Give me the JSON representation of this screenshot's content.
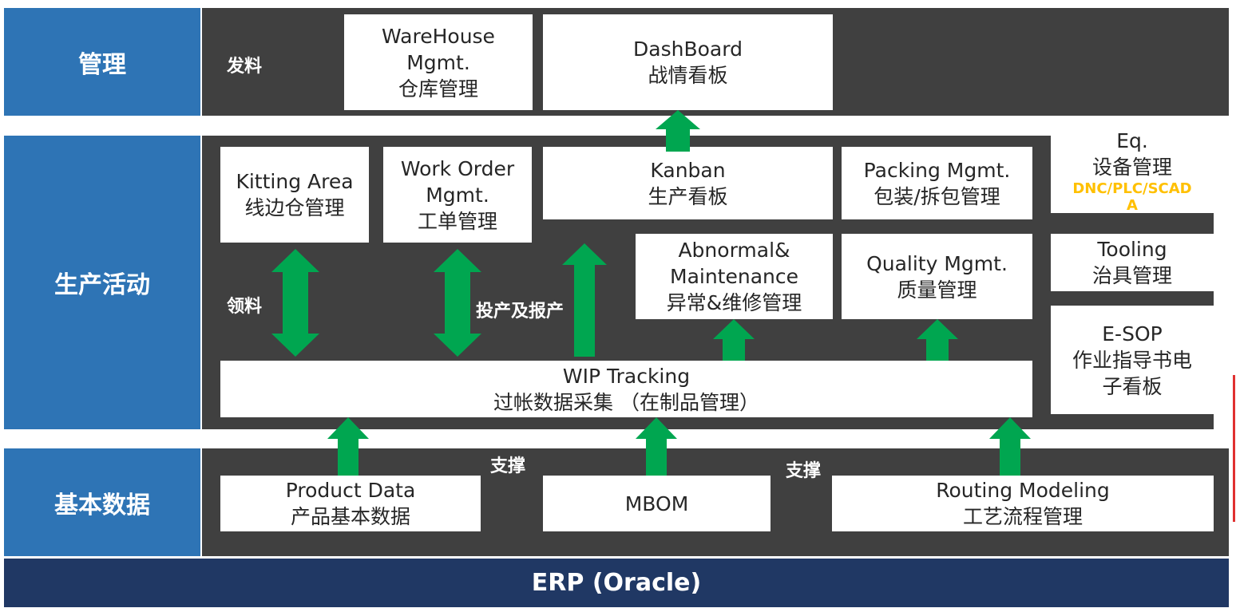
{
  "layers": {
    "management": "管理",
    "production": "生产活动",
    "basic_data": "基本数据",
    "erp": "ERP (Oracle)"
  },
  "labels": {
    "issue": "发料",
    "picking": "领料",
    "production_report": "投产及报产",
    "support_left": "支撑",
    "support_right": "支撑"
  },
  "management": {
    "warehouse": {
      "line1": "WareHouse",
      "line2": "Mgmt.",
      "line3": "仓库管理"
    },
    "dashboard": {
      "line1": "DashBoard",
      "line2": "战情看板"
    }
  },
  "production": {
    "kitting": {
      "line1": "Kitting Area",
      "line2": "线边仓管理"
    },
    "work_order": {
      "line1": "Work Order",
      "line2": "Mgmt.",
      "line3": "工单管理"
    },
    "kanban": {
      "line1": "Kanban",
      "line2": "生产看板"
    },
    "packing": {
      "line1": "Packing Mgmt.",
      "line2": "包装/拆包管理"
    },
    "abnormal": {
      "line1": "Abnormal&",
      "line2": "Maintenance",
      "line3": "异常&维修管理"
    },
    "quality": {
      "line1": "Quality Mgmt.",
      "line2": "质量管理"
    },
    "equipment": {
      "line1": "Eq.",
      "line2": "设备管理",
      "line3": "DNC/PLC/SCAD",
      "line4": "A"
    },
    "tooling": {
      "line1": "Tooling",
      "line2": "治具管理"
    },
    "esop": {
      "line1": "E-SOP",
      "line2": "作业指导书电",
      "line3": "子看板"
    },
    "wip": {
      "line1": "WIP Tracking",
      "line2": "过帐数据采集 （在制品管理）"
    }
  },
  "basic": {
    "product": {
      "line1": "Product Data",
      "line2": "产品基本数据"
    },
    "mbom": {
      "line1": "MBOM"
    },
    "routing": {
      "line1": "Routing Modeling",
      "line2": "工艺流程管理"
    }
  },
  "colors": {
    "layer_blue": "#2e74b5",
    "panel_dark": "#404040",
    "erp_navy": "#203864",
    "arrow_green": "#00a650",
    "accent_yellow": "#ffc000"
  }
}
